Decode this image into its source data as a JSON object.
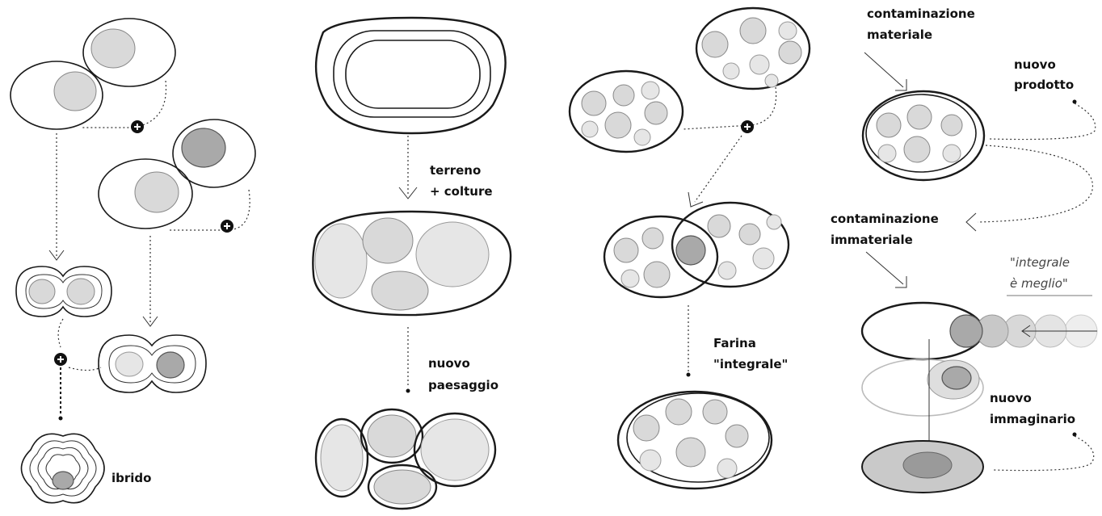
{
  "labels": {
    "ibrido": "ibrido",
    "terreno_line1": "terreno",
    "terreno_line2": "+ colture",
    "nuovo_paesaggio_line1": "nuovo",
    "nuovo_paesaggio_line2": "paesaggio",
    "farina_line1": "Farina",
    "farina_line2": "\"integrale\"",
    "contaminazione_materiale_line1": "contaminazione",
    "contaminazione_materiale_line2": "materiale",
    "nuovo_prodotto_line1": "nuovo",
    "nuovo_prodotto_line2": "prodotto",
    "contaminazione_immateriale_line1": "contaminazione",
    "contaminazione_immateriale_line2": "immateriale",
    "quote_line1": "\"integrale",
    "quote_line2": "è meglio\"",
    "nuovo_immaginario_line1": "nuovo",
    "nuovo_immaginario_line2": "immaginario"
  },
  "colors": {
    "ink": "#1a1a1a",
    "cell_fill": "#d9d9d9",
    "cell_dark": "#a9a9a9",
    "plus_marker": "#111111"
  },
  "icons": [
    "plus-circle-icon",
    "arrow-down-icon",
    "arrow-left-icon",
    "arrow-corner-icon"
  ]
}
